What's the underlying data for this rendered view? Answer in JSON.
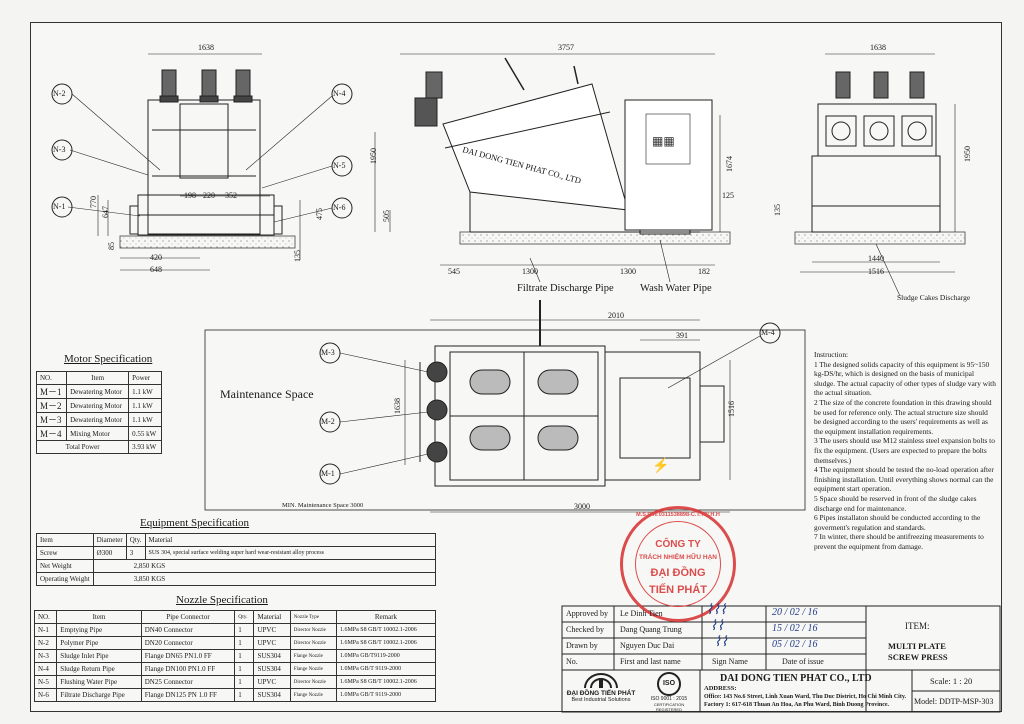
{
  "dimensions": {
    "side_width": "1638",
    "side_left": "420",
    "side_base": "648",
    "n_198": "198",
    "n_220": "220",
    "n_352": "352",
    "h_770": "770",
    "h_647": "647",
    "h_85": "85",
    "h_135": "135",
    "h_475": "475",
    "front_len": "3757",
    "front_h": "1950",
    "front_505": "505",
    "front_1674": "1674",
    "front_125": "125",
    "f_545": "545",
    "f_1300a": "1300",
    "f_1300b": "1300",
    "f_182": "182",
    "right_width": "1638",
    "right_h": "1950",
    "right_135": "135",
    "right_1440": "1440",
    "right_1516": "1516",
    "plan_2010": "2010",
    "plan_391": "391",
    "plan_1638": "1638",
    "plan_1516": "1516",
    "plan_3000": "3000"
  },
  "labels": {
    "n2": "N-2",
    "n3": "N-3",
    "n1": "N-1",
    "n4": "N-4",
    "n5": "N-5",
    "n6": "N-6",
    "m3": "M-3",
    "m2": "M-2",
    "m1": "M-1",
    "m4": "M-4",
    "company_body": "DAI DONG TIEN PHAT CO., LTD",
    "filtrate": "Filtrate Discharge Pipe",
    "wash": "Wash Water Pipe",
    "sludge_cakes": "Sludge Cakes Discharge",
    "maintenance": "Maintenance Space",
    "min_maint": "MIN. Maintenance Space 3000"
  },
  "motor": {
    "title": "Motor Specification",
    "headers": [
      "NO.",
      "Item",
      "Power"
    ],
    "rows": [
      [
        "M－1",
        "Dewatering Motor",
        "1.1 kW"
      ],
      [
        "M－2",
        "Dewatering Motor",
        "1.1 kW"
      ],
      [
        "M－3",
        "Dewatering Motor",
        "1.1 kW"
      ],
      [
        "M－4",
        "Mixing Motor",
        "0.55 kW"
      ]
    ],
    "total_label": "Total Power",
    "total_value": "3.93 kW"
  },
  "equipment": {
    "title": "Equipment Specification",
    "headers": [
      "Item",
      "Diameter",
      "Qty.",
      "Material"
    ],
    "screw": [
      "Screw",
      "Ø300",
      "3",
      "SUS 304, special surface welding super hard wear-resistant alloy process"
    ],
    "net_weight": [
      "Net Weight",
      "2,850 KGS"
    ],
    "op_weight": [
      "Operating Weight",
      "3,850 KGS"
    ]
  },
  "nozzle": {
    "title": "Nozzle Specification",
    "headers": [
      "NO.",
      "Item",
      "Pipe Connector",
      "Qty.",
      "Material",
      "Nozzle Type",
      "Remark"
    ],
    "rows": [
      [
        "N-1",
        "Emptying Pipe",
        "DN40 Connector",
        "1",
        "UPVC",
        "Director Nozzle",
        "1.6MPa S8 GB/T 10002.1-2006"
      ],
      [
        "N-2",
        "Polymer Pipe",
        "DN20 Connector",
        "1",
        "UPVC",
        "Director Nozzle",
        "1.6MPa S8 GB/T 10002.1-2006"
      ],
      [
        "N-3",
        "Sludge Inlet Pipe",
        "Flange DN65 PN1.0 FF",
        "1",
        "SUS304",
        "Flange Nozzle",
        "1.0MPa GB/T9119-2000"
      ],
      [
        "N-4",
        "Sludge Return Pipe",
        "Flange DN100 PN1.0 FF",
        "1",
        "SUS304",
        "Flange Nozzle",
        "1.0MPa GB/T 9119-2000"
      ],
      [
        "N-5",
        "Flushing Water Pipe",
        "DN25 Connector",
        "1",
        "UPVC",
        "Director Nozzle",
        "1.6MPa S8 GB/T 10002.1-2006"
      ],
      [
        "N-6",
        "Filtrate Discharge Pipe",
        "Flange DN125 PN 1.0 FF",
        "1",
        "SUS304",
        "Flange Nozzle",
        "1.0MPa GB/T 9119-2000"
      ]
    ]
  },
  "instructions": {
    "heading": "Instruction:",
    "items": [
      "1 The designed solids capacity of this equipment is 95~150 kg-DS/hr, which is designed on the basis of municipal sludge. The actual capacity of other types of sludge vary with the actual situation.",
      "2 The size of the concrete foundation in this drawing should be used for reference only. The actual structure size should be designed according to the users' requirements as well as the equipment installation requirements.",
      "3 The users should use M12 stainless steel expansion bolts to fix the equipment. (Users are expected to prepare the bolts themselves.)",
      "4 The equipment should be tested the no-load operation after finishing installation. Until everything shows normal can the equipment start operation.",
      "5 Space should be reserved in front of the sludge cakes discharge end for maintenance.",
      "6 Pipes installaton should be conducted according to the goverment's regulation and standards.",
      "7 In winter, there should be antifreezing measurements to prevent the equipment from damage."
    ]
  },
  "stamp": {
    "ring": "M.S.D.N:0311538898-C.T.T.N.H.H",
    "line1": "CÔNG TY",
    "line2": "TRÁCH NHIỆM HỮU HẠN",
    "line3": "ĐẠI ĐỒNG",
    "line4": "TIẾN PHÁT"
  },
  "title_block": {
    "approved_label": "Approved by",
    "approved_name": "Le Dinh Tien",
    "approved_date": "20 / 02 / 16",
    "checked_label": "Checked by",
    "checked_name": "Dang Quang Trung",
    "checked_date": "15 / 02 / 16",
    "drawn_label": "Drawn by",
    "drawn_name": "Nguyen Duc Dai",
    "drawn_date": "05 / 02 / 16",
    "no_label": "No.",
    "first_last": "First and last name",
    "sign_name": "Sign Name",
    "date_issue": "Date of issue",
    "item_label": "ITEM:",
    "item_value_1": "MULTI PLATE",
    "item_value_2": "SCREW PRESS",
    "company": "DAI DONG TIEN PHAT CO., LTD",
    "address_label": "ADDRESS:",
    "office": "Office: 143 No.6 Street, Linh Xuan Ward, Thu Duc District, Ho Chi Minh City.",
    "factory": "Factory 1: 617-618 Thuan An Hoa, An Phu Ward, Binh Duong Province.",
    "scale": "Scale: 1 : 20",
    "model": "Model: DDTP-MSP-303",
    "logo_name": "ĐẠI ĐỒNG TIẾN PHÁT",
    "logo_slogan": "Best Industrial Solutions",
    "iso": "ISO",
    "iso_text": "ISO 9001 : 2015",
    "iso_cert": "CERTIFICATION REGISTERED"
  }
}
